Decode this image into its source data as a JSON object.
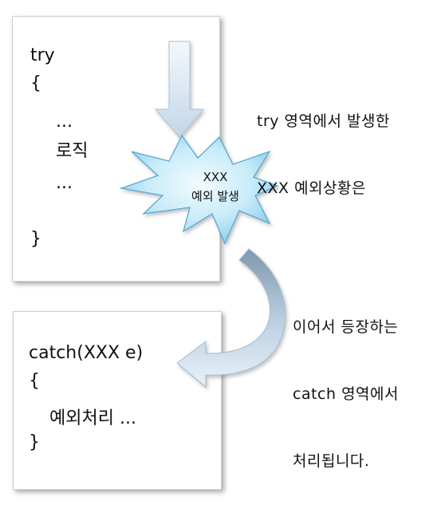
{
  "try_block": {
    "keyword": "try",
    "open_brace": "{",
    "ellipsis_top": "...",
    "logic": "로직",
    "ellipsis_bottom": "...",
    "close_brace": "}"
  },
  "burst": {
    "line1": "XXX",
    "line2": "예외 발생"
  },
  "note_try": {
    "line1": "try 영역에서 발생한",
    "line2": "XXX 예외상황은"
  },
  "note_catch": {
    "line1": "이어서 등장하는",
    "line2": "catch 영역에서",
    "line3": "처리됩니다."
  },
  "catch_block": {
    "header": "catch(XXX e)",
    "open_brace": "{",
    "body": "예외처리 ...",
    "close_brace": "}"
  },
  "colors": {
    "arrow_light": "#eaf3fb",
    "arrow_dark": "#b5cadd",
    "burst_light": "#e6f6fc",
    "burst_dark": "#8ccfee",
    "shadow": "#888888"
  }
}
